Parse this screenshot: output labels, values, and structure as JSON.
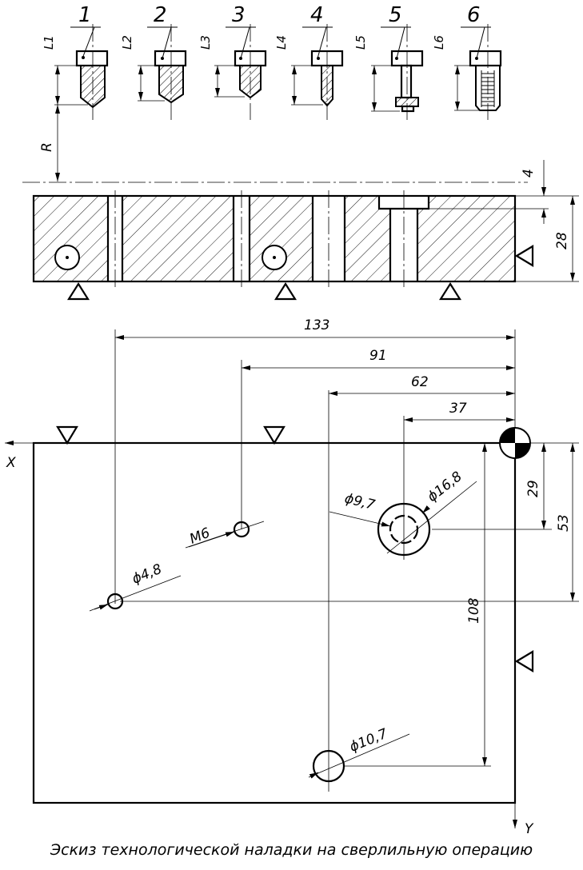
{
  "tools": [
    {
      "number": "1",
      "length": "L1"
    },
    {
      "number": "2",
      "length": "L2"
    },
    {
      "number": "3",
      "length": "L3"
    },
    {
      "number": "4",
      "length": "L4"
    },
    {
      "number": "5",
      "length": "L5"
    },
    {
      "number": "6",
      "length": "L6"
    }
  ],
  "section": {
    "radius_label": "R",
    "offset_dim": "4",
    "thickness_dim": "28"
  },
  "plan": {
    "dims_horizontal": [
      "133",
      "91",
      "62",
      "37"
    ],
    "dims_vertical": [
      "29",
      "53",
      "108"
    ],
    "holes": {
      "d48": "ϕ4,8",
      "m6": "M6",
      "d97": "ϕ9,7",
      "d168": "ϕ16,8",
      "d107": "ϕ10,7"
    },
    "axis_x": "X",
    "axis_y": "Y"
  },
  "caption": "Эскиз технологической наладки на сверлильную операцию"
}
